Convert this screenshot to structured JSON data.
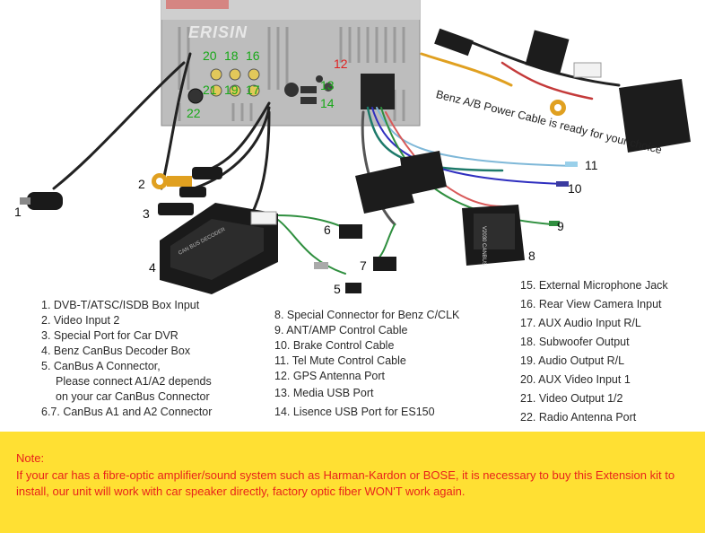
{
  "watermark": "ERISIN",
  "cable_note": "Benz A/B Power Cable is ready for your choice",
  "callouts": {
    "n1": "1",
    "n2": "2",
    "n3": "3",
    "n4": "4",
    "n5": "5",
    "n6": "6",
    "n7": "7",
    "n8": "8",
    "n9": "9",
    "n10": "10",
    "n11": "11",
    "n12": "12",
    "n13": "13",
    "n14": "14",
    "n20": "20",
    "n18": "18",
    "n16": "16",
    "n21": "21",
    "n19": "19",
    "n17": "17",
    "n22": "22"
  },
  "decoder_label": "CAN BUS DECODER",
  "connector_label": "V2030 CANBUS",
  "legend": {
    "col1": [
      "1. DVB-T/ATSC/ISDB Box Input",
      "2. Video Input 2",
      "3. Special Port for Car DVR",
      "4. Benz CanBus Decoder Box",
      "5. CanBus A Connector,",
      "Please connect A1/A2 depends",
      "on your car CanBus Connector",
      "6.7. CanBus A1 and A2 Connector"
    ],
    "col2": [
      "8. Special Connector for Benz C/CLK",
      "9. ANT/AMP Control Cable",
      "10. Brake Control Cable",
      "11. Tel Mute Control Cable",
      "12. GPS Antenna Port",
      "13. Media USB Port",
      "14. Lisence USB Port for ES150"
    ],
    "col3": [
      "15. External Microphone Jack",
      "16. Rear View Camera Input",
      "17. AUX Audio Input R/L",
      "18. Subwoofer Output",
      "19. Audio Output R/L",
      "20. AUX Video Input 1",
      "21. Video Output 1/2",
      "22. Radio Antenna Port"
    ]
  },
  "note": {
    "title": "Note:",
    "text": "If your car has a fibre-optic amplifier/sound system such as Harman-Kardon or BOSE, it is necessary to buy this Extension kit to install, our unit will work with car speaker directly, factory optic fiber WON'T work again."
  }
}
